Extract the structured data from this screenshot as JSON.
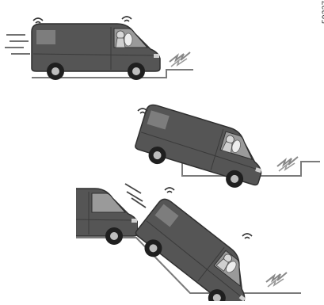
{
  "figure": {
    "reference_code": "59337",
    "colors": {
      "van_body": "#555555",
      "van_dark": "#2f2f2f",
      "window": "#9a9a9a",
      "wheel": "#1f1f1f",
      "rim": "#bdbdbd",
      "ground": "#7a7a7a",
      "motion_lines": "#444444",
      "impact": "#888888"
    },
    "scenes": [
      {
        "name": "frontal-impact",
        "icons": [
          "wifi-signal-icon",
          "wifi-signal-icon",
          "motion-lines-icon",
          "impact-flash-icon",
          "airbag-icon"
        ]
      },
      {
        "name": "drop-off-ledge",
        "icons": [
          "wifi-signal-icon",
          "impact-flash-icon",
          "airbag-icon"
        ]
      },
      {
        "name": "rear-collision-on-slope",
        "icons": [
          "wifi-signal-icon",
          "wifi-signal-icon",
          "motion-lines-icon",
          "impact-flash-icon",
          "airbag-icon"
        ]
      }
    ]
  }
}
